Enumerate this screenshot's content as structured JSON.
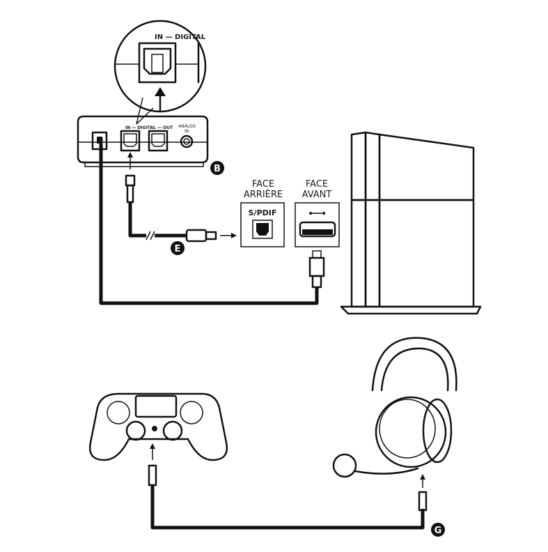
{
  "callouts": {
    "b": "B",
    "e": "E",
    "g": "G"
  },
  "zoom_label": "IN — DIGITAL",
  "transmitter": {
    "digital_label": "IN — DIGITAL — OUT",
    "analog_label_1": "ANALOG",
    "analog_label_2": "IN"
  },
  "console_ports": {
    "rear_label_1": "FACE",
    "rear_label_2": "ARRIÈRE",
    "front_label_1": "FACE",
    "front_label_2": "AVANT",
    "spdif_label": "S/PDIF"
  },
  "colors": {
    "ink": "#111111",
    "label": "#5a3a1a"
  }
}
